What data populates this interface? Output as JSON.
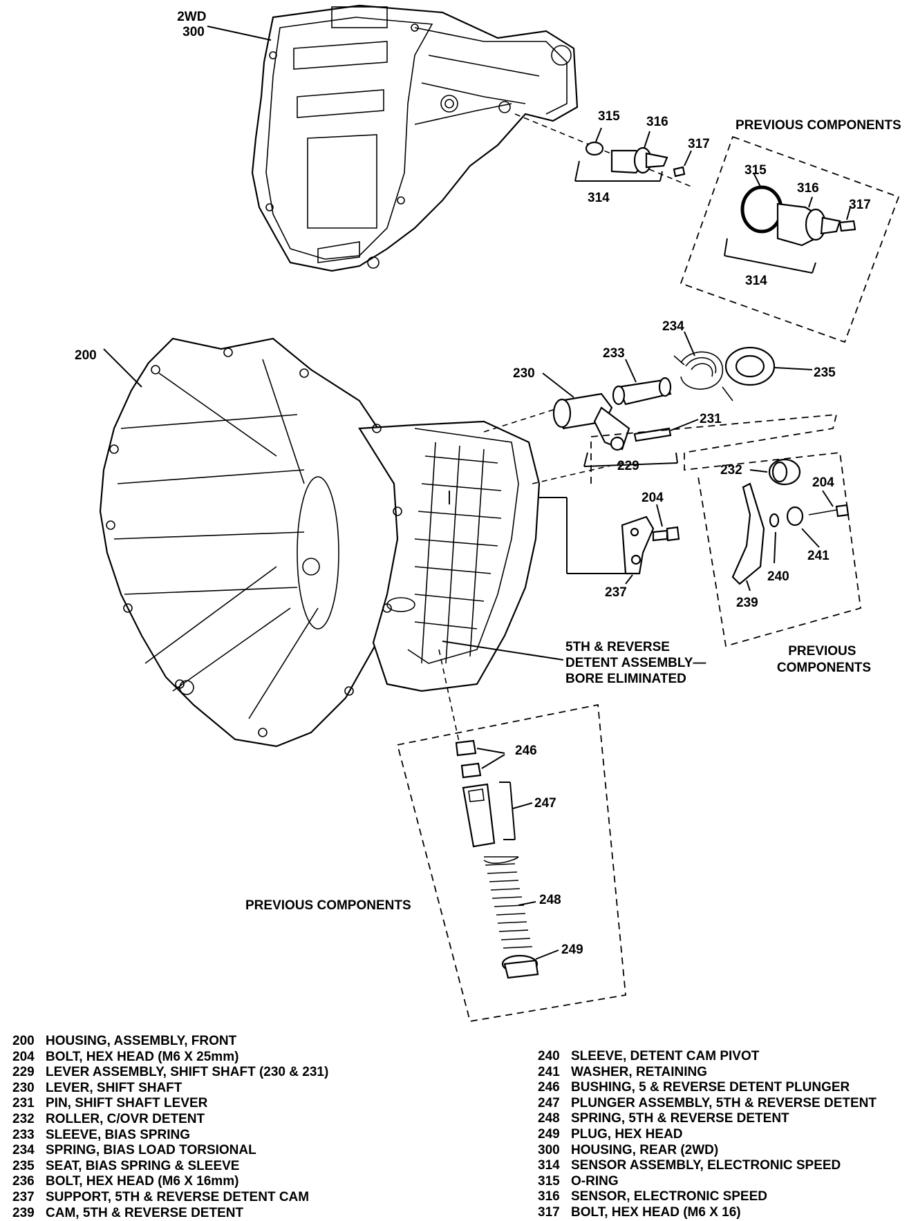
{
  "labels": {
    "rear_housing": "2WD\n300",
    "front_housing": "200",
    "detent_note": "5TH & REVERSE\nDETENT ASSEMBLY—\nBORE ELIMINATED"
  },
  "callouts": {
    "c315a": "315",
    "c316a": "316",
    "c317a": "317",
    "c314a": "314",
    "c315b": "315",
    "c316b": "316",
    "c317b": "317",
    "c314b": "314",
    "c234": "234",
    "c233": "233",
    "c230": "230",
    "c235": "235",
    "c231": "231",
    "c229": "229",
    "c232": "232",
    "c204a": "204",
    "c204b": "204",
    "c241": "241",
    "c240": "240",
    "c237": "237",
    "c239": "239",
    "c246": "246",
    "c247": "247",
    "c248": "248",
    "c249": "249"
  },
  "headers": {
    "prev_top": "PREVIOUS COMPONENTS",
    "prev_right": "PREVIOUS\nCOMPONENTS",
    "prev_bottom": "PREVIOUS COMPONENTS"
  },
  "legend_left": [
    {
      "num": "200",
      "desc": "HOUSING, ASSEMBLY, FRONT"
    },
    {
      "num": "204",
      "desc": "BOLT, HEX HEAD (M6 X 25mm)"
    },
    {
      "num": "229",
      "desc": "LEVER ASSEMBLY, SHIFT SHAFT (230 & 231)"
    },
    {
      "num": "230",
      "desc": "LEVER, SHIFT SHAFT"
    },
    {
      "num": "231",
      "desc": "PIN, SHIFT SHAFT LEVER"
    },
    {
      "num": "232",
      "desc": "ROLLER, C/OVR DETENT"
    },
    {
      "num": "233",
      "desc": "SLEEVE, BIAS SPRING"
    },
    {
      "num": "234",
      "desc": "SPRING, BIAS LOAD TORSIONAL"
    },
    {
      "num": "235",
      "desc": "SEAT, BIAS SPRING & SLEEVE"
    },
    {
      "num": "236",
      "desc": "BOLT, HEX HEAD (M6 X 16mm)"
    },
    {
      "num": "237",
      "desc": "SUPPORT, 5TH & REVERSE DETENT CAM"
    },
    {
      "num": "239",
      "desc": "CAM, 5TH & REVERSE DETENT"
    }
  ],
  "legend_right": [
    {
      "num": "240",
      "desc": "SLEEVE, DETENT CAM PIVOT"
    },
    {
      "num": "241",
      "desc": "WASHER, RETAINING"
    },
    {
      "num": "246",
      "desc": "BUSHING, 5 & REVERSE DETENT PLUNGER"
    },
    {
      "num": "247",
      "desc": "PLUNGER ASSEMBLY, 5TH & REVERSE DETENT"
    },
    {
      "num": "248",
      "desc": "SPRING, 5TH & REVERSE DETENT"
    },
    {
      "num": "249",
      "desc": "PLUG, HEX HEAD"
    },
    {
      "num": "300",
      "desc": "HOUSING, REAR (2WD)"
    },
    {
      "num": "314",
      "desc": "SENSOR ASSEMBLY, ELECTRONIC SPEED"
    },
    {
      "num": "315",
      "desc": "O-RING"
    },
    {
      "num": "316",
      "desc": "SENSOR, ELECTRONIC SPEED"
    },
    {
      "num": "317",
      "desc": "BOLT, HEX HEAD (M6 X 16)"
    }
  ]
}
